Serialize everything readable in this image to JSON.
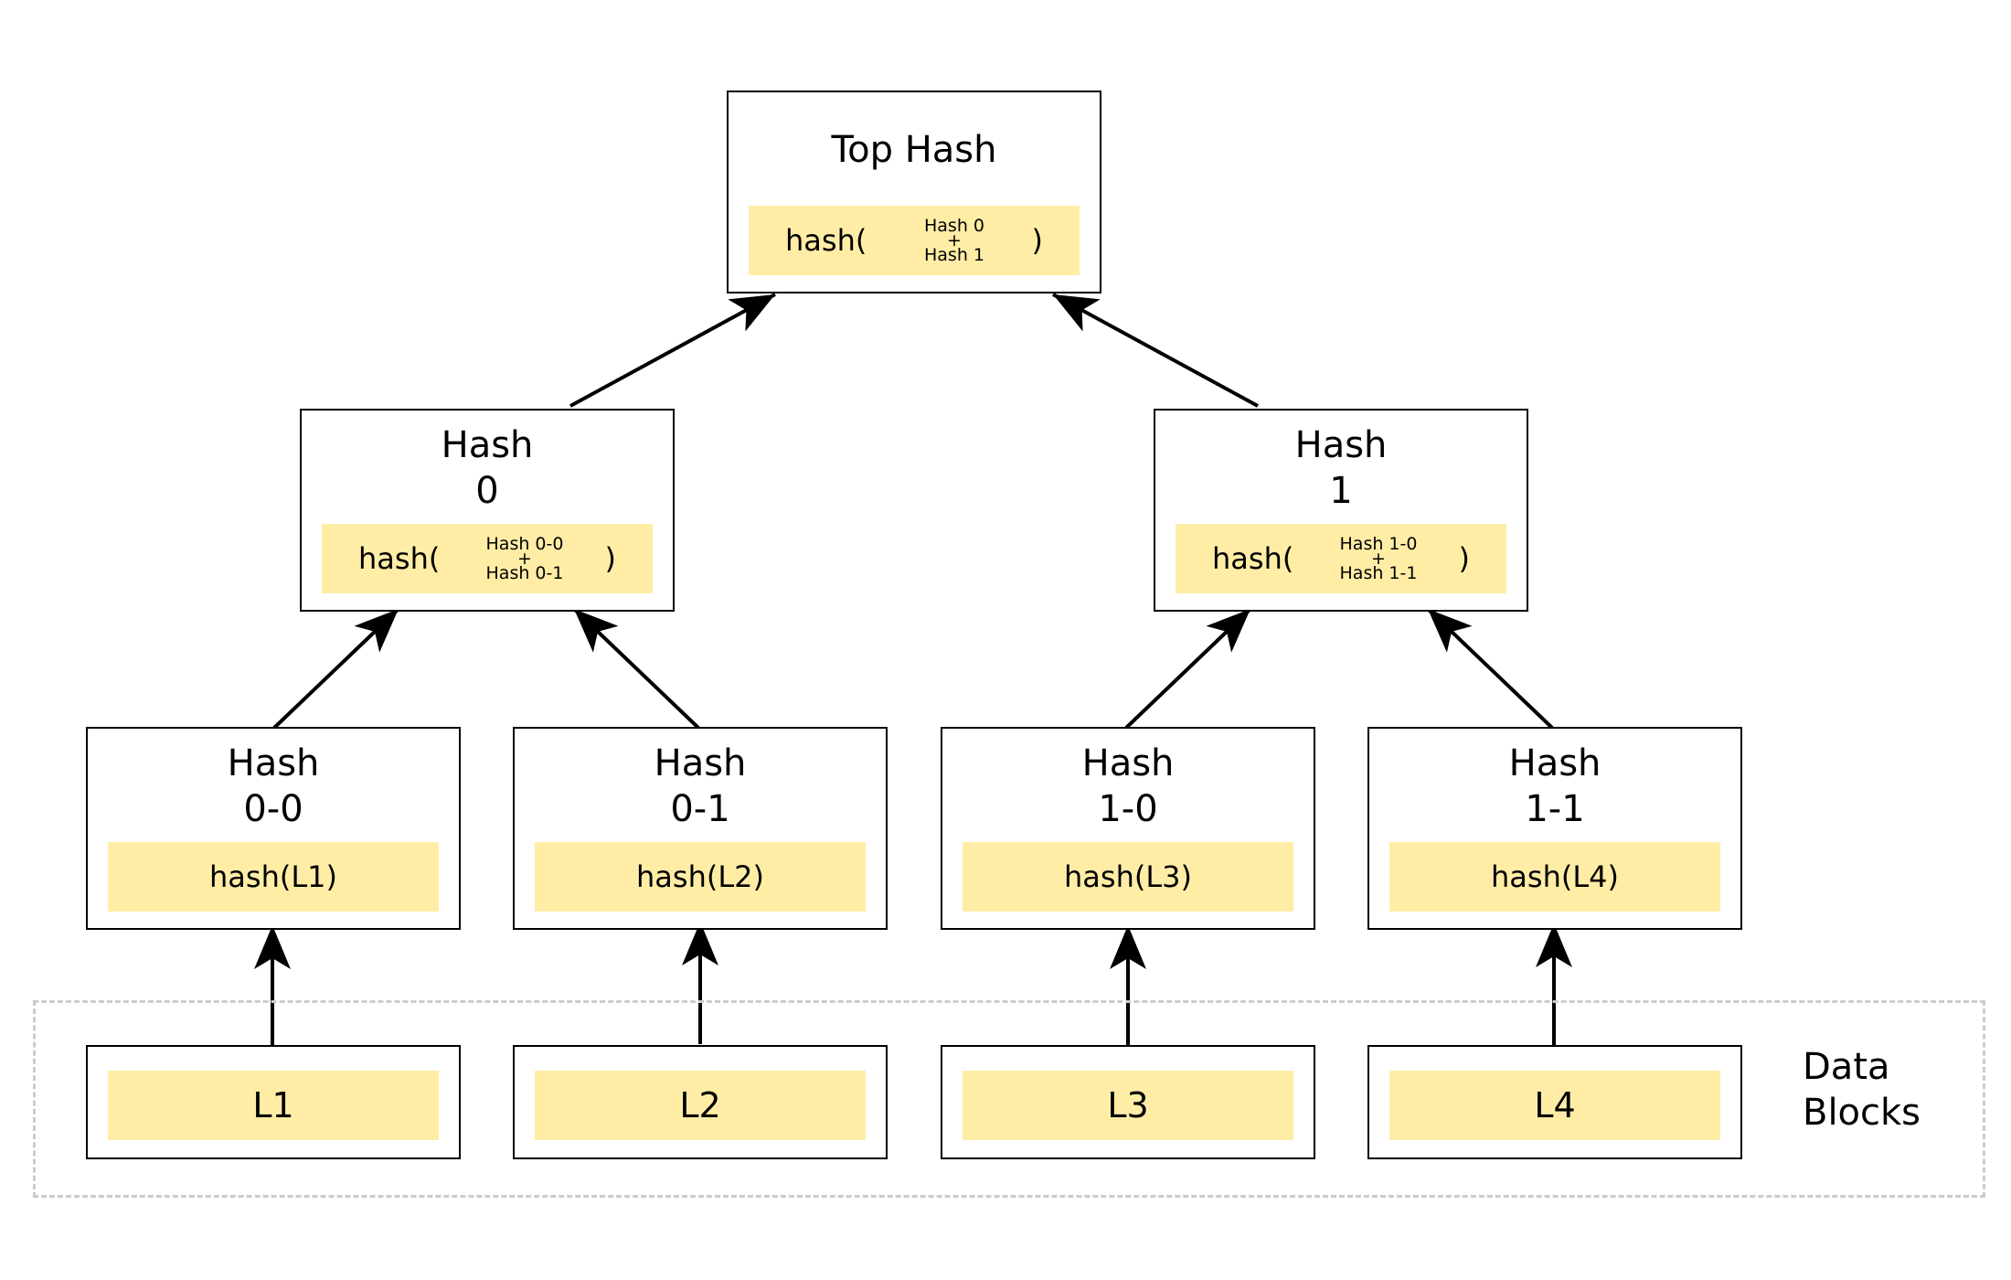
{
  "top": {
    "title": "Top Hash",
    "fn": "hash(",
    "a": "Hash 0",
    "plus": "+",
    "b": "Hash 1",
    "close": ")"
  },
  "mid": [
    {
      "title1": "Hash",
      "title2": "0",
      "fn": "hash(",
      "a": "Hash 0-0",
      "plus": "+",
      "b": "Hash 0-1",
      "close": ")"
    },
    {
      "title1": "Hash",
      "title2": "1",
      "fn": "hash(",
      "a": "Hash 1-0",
      "plus": "+",
      "b": "Hash 1-1",
      "close": ")"
    }
  ],
  "leaves": [
    {
      "title1": "Hash",
      "title2": "0-0",
      "content": "hash(L1)"
    },
    {
      "title1": "Hash",
      "title2": "0-1",
      "content": "hash(L2)"
    },
    {
      "title1": "Hash",
      "title2": "1-0",
      "content": "hash(L3)"
    },
    {
      "title1": "Hash",
      "title2": "1-1",
      "content": "hash(L4)"
    }
  ],
  "blocks": [
    "L1",
    "L2",
    "L3",
    "L4"
  ],
  "data_blocks_label": {
    "line1": "Data",
    "line2": "Blocks"
  },
  "colors": {
    "hash_fill": "#ffeda6",
    "border": "#000000",
    "region_border": "#cccccc"
  }
}
